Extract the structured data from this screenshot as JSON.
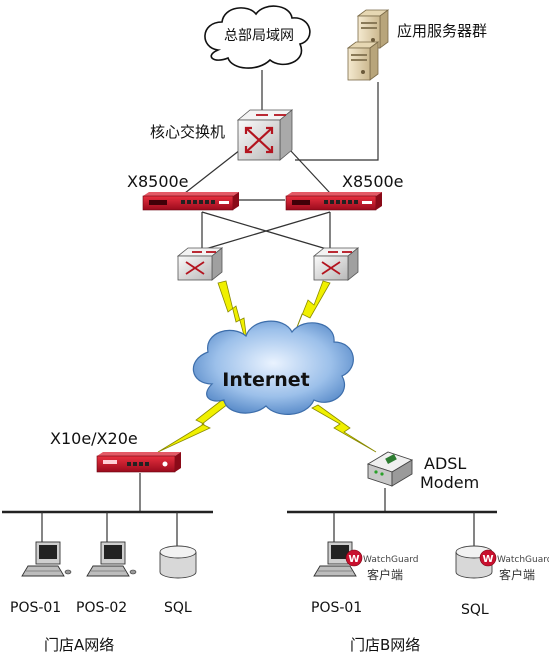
{
  "labels": {
    "hq_network": "总部局域网",
    "app_servers": "应用服务器群",
    "core_switch": "核心交换机",
    "fw_left": "X8500e",
    "fw_right": "X8500e",
    "internet": "Internet",
    "store_a_fw": "X10e/X20e",
    "adsl_line1": "ADSL",
    "adsl_line2": "Modem",
    "pos_a1": "POS-01",
    "pos_a2": "POS-02",
    "sql_a": "SQL",
    "pos_b1": "POS-01",
    "sql_b": "SQL",
    "store_a": "门店A网络",
    "store_b": "门店B网络"
  },
  "watchguard": {
    "brand": "WatchGuard",
    "client": "客户端"
  },
  "colors": {
    "firewall_red": "#c8102e",
    "lightning": "#e8e800",
    "cloud_blue": "#6f9fd8",
    "line": "#333333"
  }
}
